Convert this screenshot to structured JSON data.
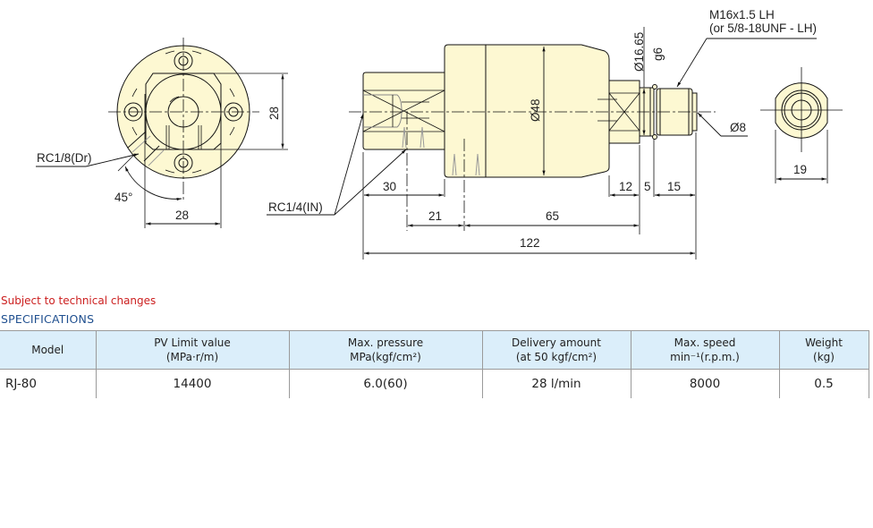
{
  "drawing": {
    "colors": {
      "body_fill": "#fdf8d2",
      "line": "#111111",
      "hatch": "#9a9a9a"
    },
    "front_view": {
      "dim_vertical": "28",
      "dim_horizontal": "28",
      "angle": "45°",
      "drain_port_label": "RC1/8(Dr)"
    },
    "side_view": {
      "inlet_port_label": "RC1/4(IN)",
      "diameter_body": "Ø48",
      "diameter_shaft": "Ø16.65",
      "shaft_tolerance": "g6",
      "thread_line1": "M16x1.5 LH",
      "thread_line2": "(or 5/8-18UNF - LH)",
      "diameter_bore": "Ø8",
      "dim_30": "30",
      "dim_21": "21",
      "dim_65": "65",
      "dim_122": "122",
      "dim_12": "12",
      "dim_5": "5",
      "dim_15": "15"
    },
    "end_view": {
      "dim_width": "19"
    }
  },
  "notice": "Subject to technical changes",
  "specs": {
    "title": "SPECIFICATIONS",
    "headers": [
      {
        "line1": "Model",
        "line2": ""
      },
      {
        "line1": "PV Limit value",
        "line2": "(MPa·r/m)"
      },
      {
        "line1": "Max. pressure",
        "line2": "MPa(kgf/cm²)"
      },
      {
        "line1": "Delivery amount",
        "line2": "(at 50 kgf/cm²)"
      },
      {
        "line1": "Max. speed",
        "line2": "min⁻¹(r.p.m.)"
      },
      {
        "line1": "Weight",
        "line2": "(kg)"
      }
    ],
    "rows": [
      [
        "RJ-80",
        "14400",
        "6.0(60)",
        "28 l/min",
        "8000",
        "0.5"
      ]
    ]
  }
}
